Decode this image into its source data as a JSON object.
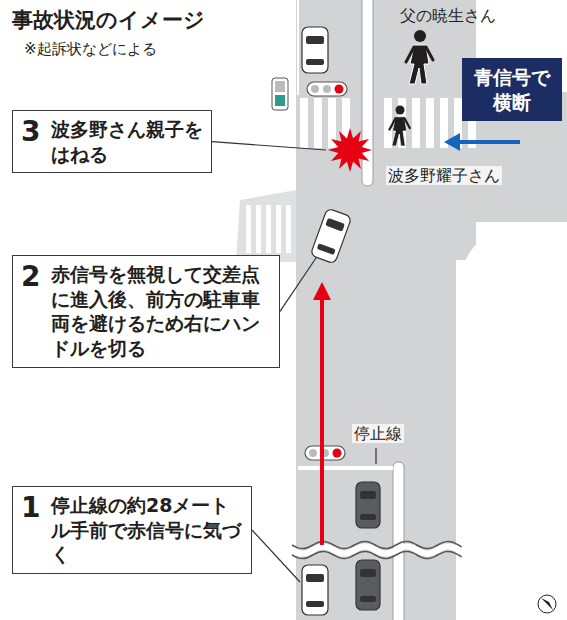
{
  "diagram": {
    "title": "事故状況のイメージ",
    "nodes": [
      {
        "text": [
          "青信号で横断"
        ]
      },
      {
        "text": [
          "3",
          "波多野さん親子をはねる"
        ]
      },
      {
        "text": [
          "2",
          "赤信号を無視して交差点に進入後、前方の駐車車両を避けるため右にハンドルを切る"
        ]
      },
      {
        "text": [
          "1",
          "停止線の約28メートル手前で赤信号に気づく"
        ]
      }
    ],
    "labels": [
      "※起訴状などによる",
      "父の暁生さん",
      "波多野耀子さん",
      "停止線"
    ]
  }
}
